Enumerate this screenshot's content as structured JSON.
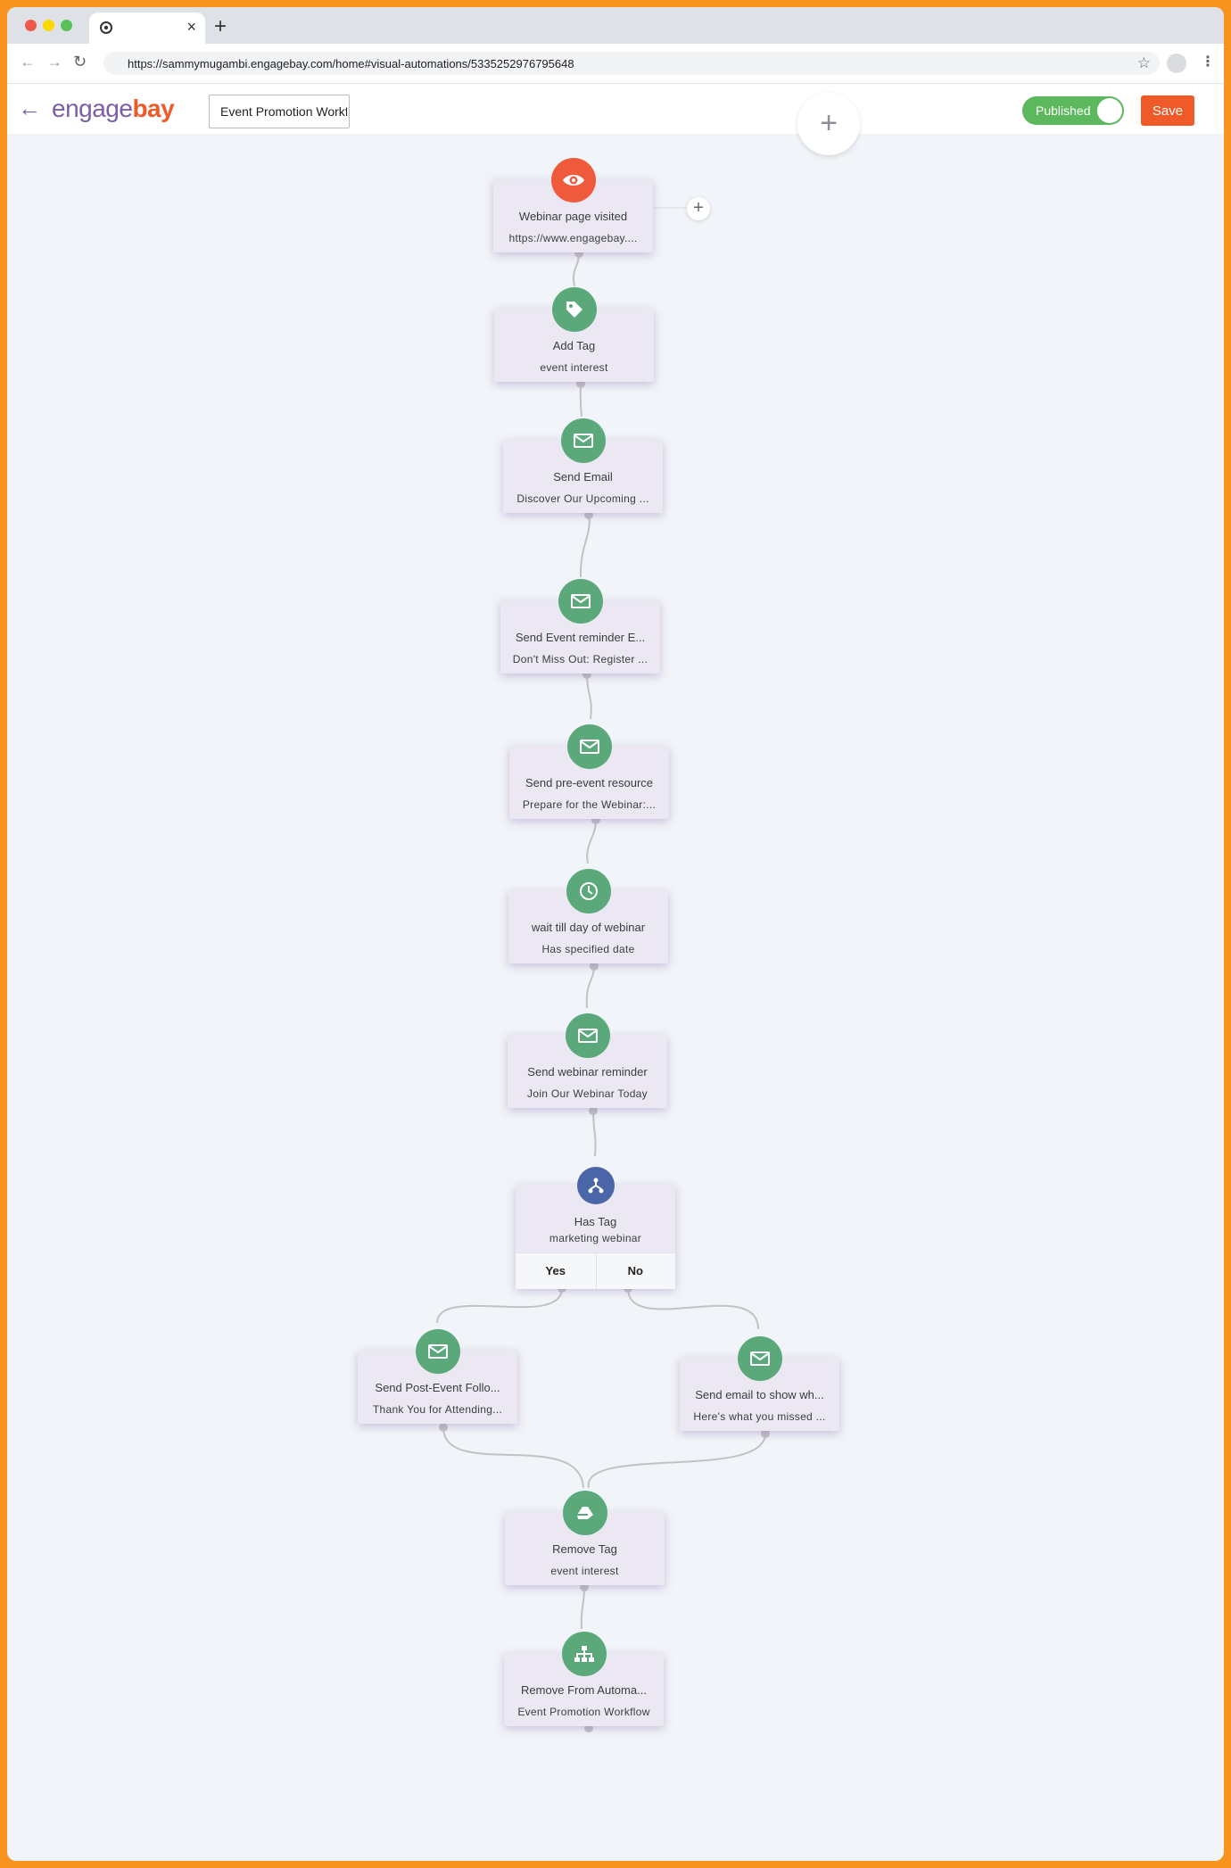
{
  "browser": {
    "tab_close": "×",
    "new_tab": "+",
    "url": "https://sammymugambi.engagebay.com/home#visual-automations/5335252976795648"
  },
  "header": {
    "logo_part1": "engage",
    "logo_part2": "bay",
    "workflow_name": "Event Promotion Workflow",
    "published_label": "Published",
    "save_label": "Save"
  },
  "flow": {
    "nodes": [
      {
        "title": "Webinar page visited",
        "subtitle": "https://www.engagebay....",
        "icon": "eye-icon",
        "color": "#f05a3c"
      },
      {
        "title": "Add Tag",
        "subtitle": "event interest",
        "icon": "tag-icon",
        "color": "#5ba87b"
      },
      {
        "title": "Send Email",
        "subtitle": "Discover Our Upcoming ...",
        "icon": "envelope-icon",
        "color": "#5ba87b"
      },
      {
        "title": "Send Event reminder E...",
        "subtitle": "Don't Miss Out: Register ...",
        "icon": "envelope-icon",
        "color": "#5ba87b"
      },
      {
        "title": "Send pre-event resource",
        "subtitle": "Prepare for the Webinar:...",
        "icon": "envelope-icon",
        "color": "#5ba87b"
      },
      {
        "title": "wait till day of webinar",
        "subtitle": "Has specified date",
        "icon": "clock-icon",
        "color": "#5ba87b"
      },
      {
        "title": "Send webinar reminder",
        "subtitle": "Join Our Webinar Today",
        "icon": "envelope-icon",
        "color": "#5ba87b"
      },
      {
        "title": "Has Tag",
        "subtitle": "marketing webinar",
        "icon": "branch-icon",
        "color": "#4a66a8",
        "yes": "Yes",
        "no": "No"
      },
      {
        "title": "Send Post-Event Follo...",
        "subtitle": "Thank You for Attending...",
        "icon": "envelope-icon",
        "color": "#5ba87b"
      },
      {
        "title": "Send email to show wh...",
        "subtitle": "Here's what you missed ...",
        "icon": "envelope-icon",
        "color": "#5ba87b"
      },
      {
        "title": "Remove Tag",
        "subtitle": "event interest",
        "icon": "eraser-icon",
        "color": "#5ba87b"
      },
      {
        "title": "Remove From Automa...",
        "subtitle": "Event Promotion Workflow",
        "icon": "sitemap-icon",
        "color": "#5ba87b"
      }
    ]
  }
}
